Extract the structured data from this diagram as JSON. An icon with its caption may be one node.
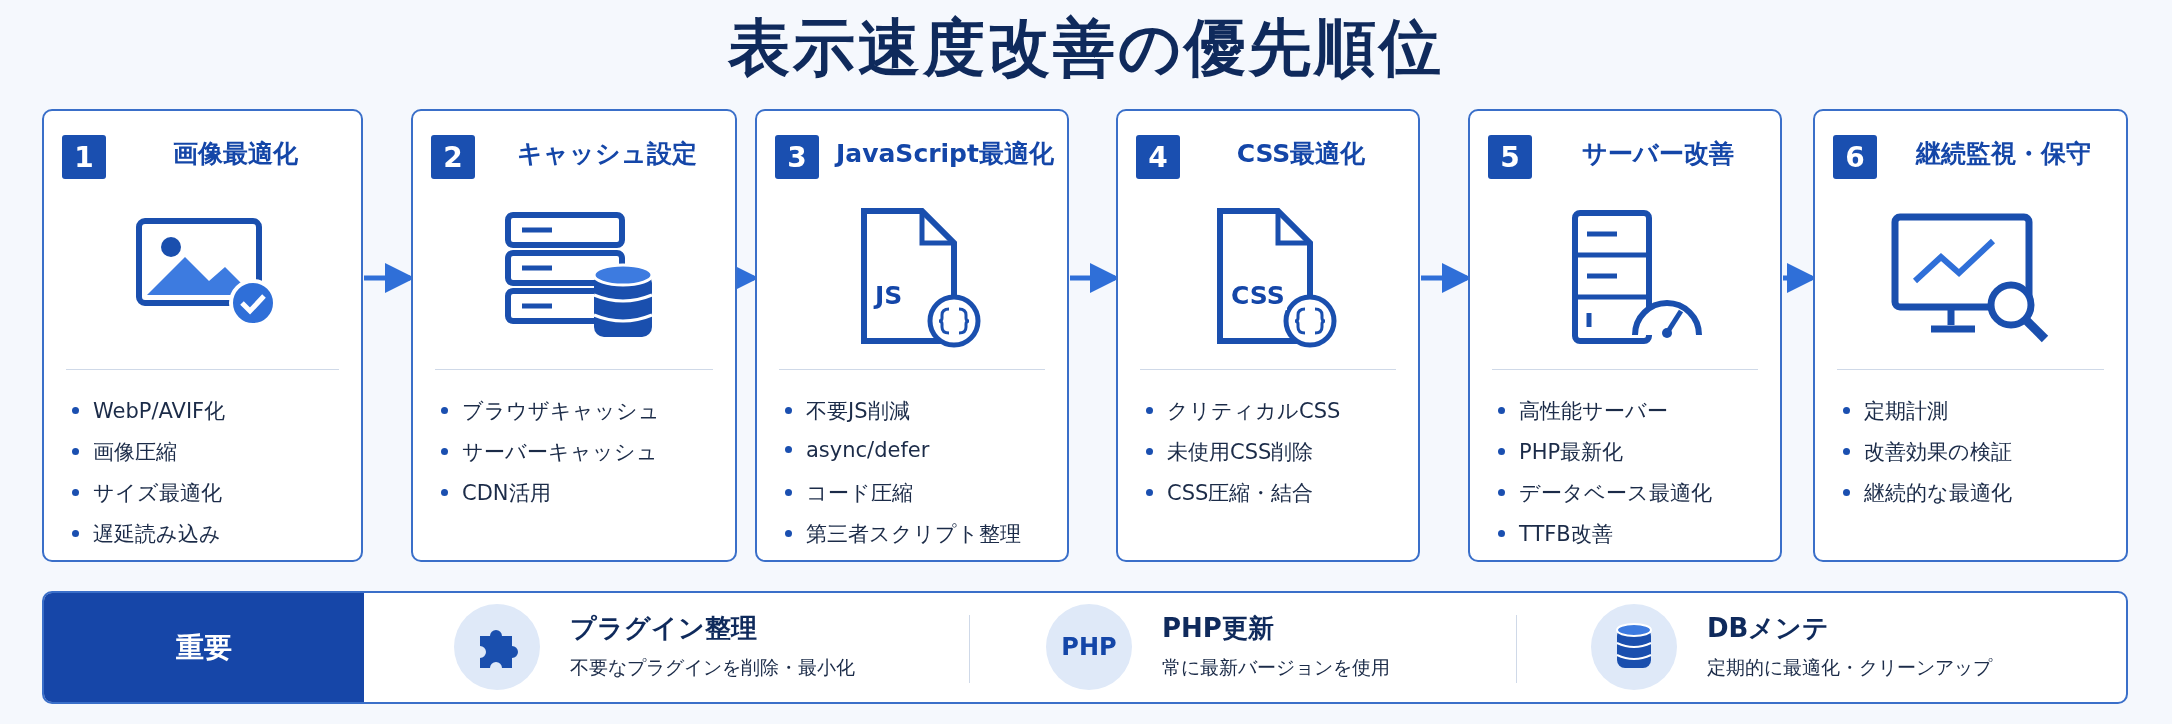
{
  "diagram": {
    "title": "表示速度改善の優先順位",
    "nodes": [
      {
        "text": [
          "1",
          "画像最適化",
          "WebP/AVIF化",
          "画像圧縮",
          "サイズ最適化",
          "遅延読み込み"
        ]
      },
      {
        "text": [
          "2",
          "キャッシュ設定",
          "ブラウザキャッシュ",
          "サーバーキャッシュ",
          "CDN活用"
        ]
      },
      {
        "text": [
          "3",
          "JavaScript最適化",
          "不要JS削減",
          "async/defer",
          "コード圧縮",
          "第三者スクリプト整理"
        ]
      },
      {
        "text": [
          "4",
          "CSS最適化",
          "クリティカルCSS",
          "未使用CSS削除",
          "CSS圧縮・結合"
        ]
      },
      {
        "text": [
          "5",
          "サーバー改善",
          "高性能サーバー",
          "PHP最新化",
          "データベース最適化",
          "TTFB改善"
        ]
      },
      {
        "text": [
          "6",
          "継続監視・保守",
          "定期計測",
          "改善効果の検証",
          "継続的な最適化"
        ]
      },
      {
        "text": [],
        "shape": "box"
      },
      {
        "text": [
          "重要"
        ],
        "in": 6
      },
      {
        "text": [
          "プラグイン整理",
          "不要なプラグインを削除・最小化"
        ],
        "in": 6
      },
      {
        "text": [
          "PHP",
          "PHP更新",
          "常に最新バージョンを使用"
        ],
        "in": 6
      },
      {
        "text": [
          "DBメンテ",
          "定期的に最適化・クリーンアップ"
        ],
        "in": 6
      }
    ],
    "edges": [
      {
        "from": 0,
        "to": 1,
        "arrow": "to"
      },
      {
        "from": 1,
        "to": 2,
        "arrow": "to"
      },
      {
        "from": 2,
        "to": 3,
        "arrow": "to"
      },
      {
        "from": 3,
        "to": 4,
        "arrow": "to"
      },
      {
        "from": 4,
        "to": 5,
        "arrow": "to"
      }
    ],
    "labels": [
      "JS",
      "CSS"
    ]
  }
}
